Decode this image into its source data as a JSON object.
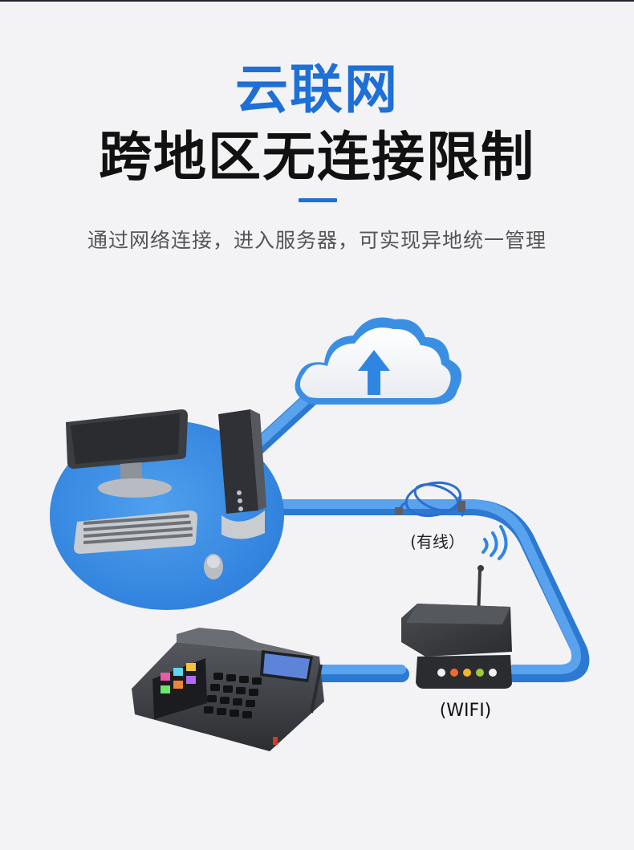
{
  "header": {
    "title_line1": "云联网",
    "title_line2": "跨地区无连接限制",
    "subtitle": "通过网络连接，进入服务器，可实现异地统一管理"
  },
  "labels": {
    "wired": "(有线）",
    "wifi": "(WIFI)"
  },
  "colors": {
    "brand_blue": "#1e6fd6",
    "cable_blue": "#3d8ee6",
    "cloud_blue": "#3b8fe3",
    "device_dark": "#2d2f33"
  },
  "icons": [
    "cloud-upload-icon",
    "desktop-computer-icon",
    "wifi-signal-icon",
    "router-icon",
    "pos-terminal-icon",
    "network-cable-icon"
  ]
}
